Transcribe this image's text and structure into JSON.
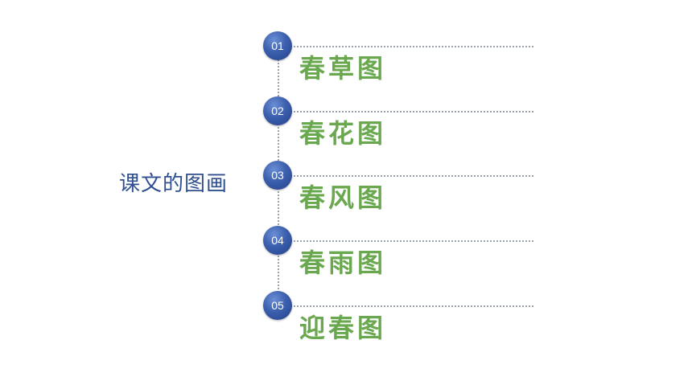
{
  "title": "课文的图画",
  "items": [
    {
      "number": "01",
      "label": "春草图"
    },
    {
      "number": "02",
      "label": "春花图"
    },
    {
      "number": "03",
      "label": "春风图"
    },
    {
      "number": "04",
      "label": "春雨图"
    },
    {
      "number": "05",
      "label": "迎春图"
    }
  ],
  "colors": {
    "title": "#2f4f8f",
    "label": "#6aa84f",
    "badge": "#3c5fad",
    "dotted_line": "#9aa3ad"
  }
}
